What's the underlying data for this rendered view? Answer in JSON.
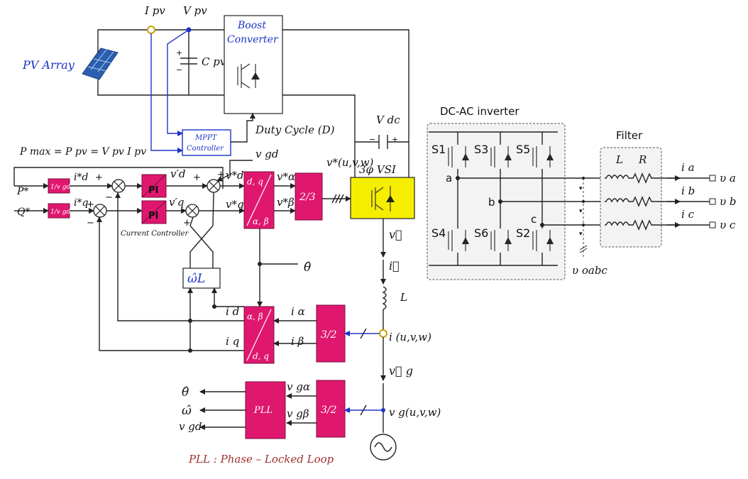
{
  "labels": {
    "ipv": "I pv",
    "vpv": "V pv",
    "boost_converter_line1": "Boost",
    "boost_converter_line2": "Converter",
    "pv_array": "PV  Array",
    "cpv": "C pv",
    "vdc": "V dc",
    "duty_cycle": "Duty Cycle (D)",
    "mppt_line1": "MPPT",
    "mppt_line2": "Controller",
    "pmax_eq": "P max = P pv = V pv I pv",
    "vgd_in": "v gd",
    "vuvw_ref": "v*(u,v,w)",
    "vsi": "3φ VSI",
    "p_star": "P*",
    "q_star": "Q*",
    "inv_vgd_1": "1/v gd",
    "inv_vgd_2": "1/v gd",
    "id_star": "i*d",
    "iq_star": "i*q",
    "pi_1": "PI",
    "pi_2": "PI",
    "current_controller": "Current Controller",
    "vd_prime": "v′d",
    "vq_prime": "v′q",
    "vd_star": "v*d",
    "vq_star": "v*q",
    "dq_top": "d, q",
    "ab_bottom": "α, β",
    "valpha_star": "v*α",
    "vbeta_star": "v*β",
    "two_three": "2/3",
    "theta_hat": "θ̂",
    "omega_l": "ω̂L",
    "id": "i d",
    "iq": "i q",
    "ab_top": "α, β",
    "dq_bottom": "d, q",
    "ialpha": "i α",
    "ibeta": "i β",
    "three_two_1": "3/2",
    "three_two_2": "3/2",
    "v_vec": "v⃗",
    "i_vec": "i⃗",
    "l_grid": "L",
    "i_uvw": "i (u,v,w)",
    "vg_vec": "v⃗ g",
    "vg_uvw": "v g(u,v,w)",
    "vg_alpha": "v gα",
    "vg_beta": "v gβ",
    "pll": "PLL",
    "out_theta": "θ̂",
    "out_omega": "ω̂",
    "out_vgd": "v gd",
    "pll_caption": "PLL : Phase – Locked Loop",
    "dcac_title": "DC-AC inverter",
    "filter_title": "Filter",
    "s1": "S1",
    "s3": "S3",
    "s5": "S5",
    "s4": "S4",
    "s6": "S6",
    "s2": "S2",
    "node_a": "a",
    "node_b": "b",
    "node_c": "c",
    "filter_l": "L",
    "filter_r": "R",
    "ia": "i a",
    "ib": "i b",
    "ic": "i c",
    "va": "υ a",
    "vb": "υ b",
    "vc": "υ c",
    "voabc": "υ oabc"
  },
  "colors": {
    "block_pink": "#e0176e",
    "vsi_yellow": "#f5ee00",
    "mppt_blue": "#1a33c8",
    "caption_red": "#a03030"
  }
}
